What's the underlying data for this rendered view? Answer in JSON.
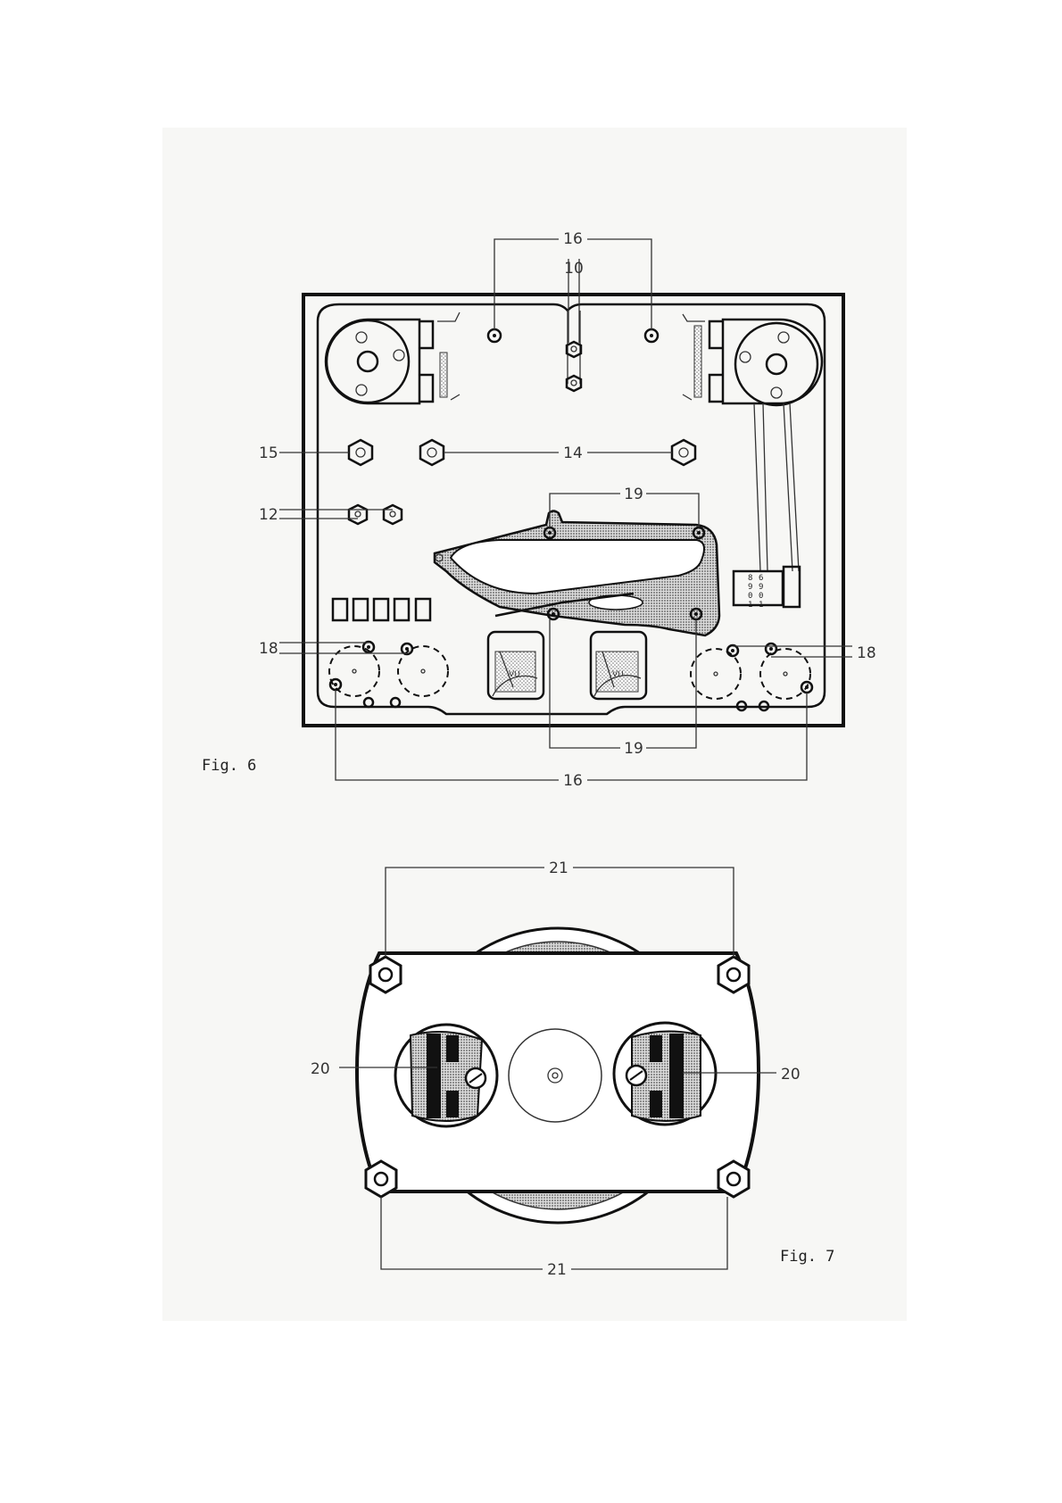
{
  "figure6": {
    "caption": "Fig. 6",
    "callouts": {
      "c16": "16",
      "c10": "10",
      "c15": "15",
      "c14": "14",
      "c12": "12",
      "c19": "19",
      "c18": "18"
    },
    "vu_meters": [
      "VU",
      "VU"
    ],
    "counter_digits": [
      "8",
      "6",
      "9",
      "9",
      "0",
      "0",
      "1",
      "1"
    ]
  },
  "figure7": {
    "caption": "Fig. 7",
    "callouts": {
      "c21": "21",
      "c20": "20"
    }
  }
}
